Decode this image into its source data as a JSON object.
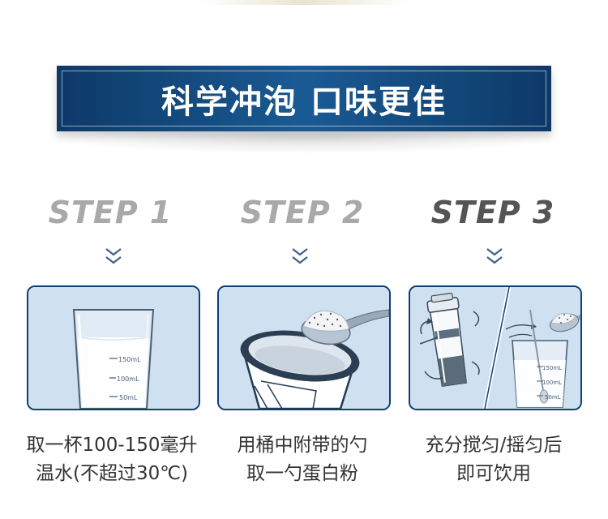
{
  "banner": {
    "title": "科学冲泡 口味更佳"
  },
  "steps": [
    {
      "label": "STEP 1",
      "color": "#a9a9a9",
      "line1": "取一杯100-150毫升",
      "line2": "温水(不超过30℃)",
      "cup_marks": [
        "150mL",
        "100mL",
        "50mL"
      ]
    },
    {
      "label": "STEP 2",
      "color": "#a9a9a9",
      "line1": "用桶中附带的勺",
      "line2": "取一勺蛋白粉"
    },
    {
      "label": "STEP 3",
      "color": "#555555",
      "line1": "充分搅匀/摇匀后",
      "line2": "即可饮用",
      "cup_marks": [
        "150mL",
        "100mL",
        "50mL"
      ]
    }
  ],
  "colors": {
    "banner": "#1a5a93",
    "panel_border": "#0f3f73",
    "panel_fill": "#cfe1f0",
    "chevron": "#3d5f86"
  },
  "icons": [
    "chevron-down-double-icon",
    "glass-of-water-icon",
    "powder-tub-scoop-icon",
    "shaker-bottle-icon"
  ]
}
